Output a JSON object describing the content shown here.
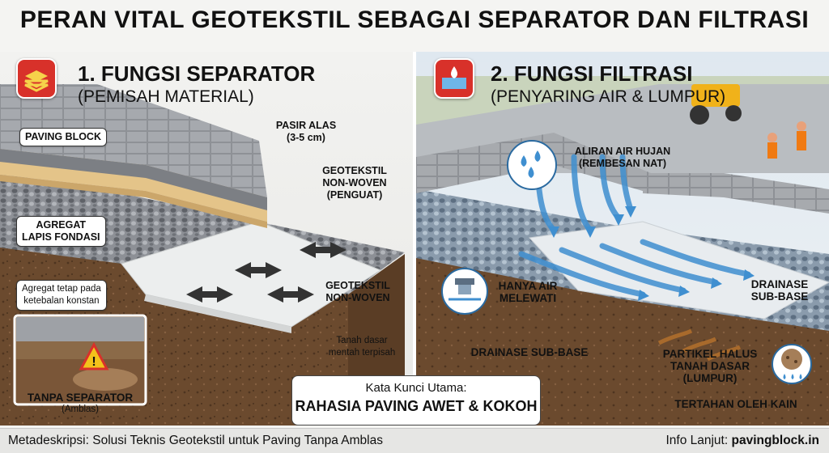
{
  "title": "PERAN VITAL GEOTEKSTIL SEBAGAI SEPARATOR DAN FILTRASI",
  "left": {
    "heading": "1. FUNGSI SEPARATOR",
    "subheading": "(PEMISAH MATERIAL)",
    "icon": "layers-icon",
    "labels": {
      "paving_block": "PAVING BLOCK",
      "pasir_alas": "PASIR ALAS",
      "pasir_alas_size": "(3-5 cm)",
      "geotekstil_top_1": "GEOTEKSTIL",
      "geotekstil_top_2": "NON-WOVEN",
      "geotekstil_top_3": "(PENGUAT)",
      "agregat_1": "AGREGAT",
      "agregat_2": "LAPIS FONDASI",
      "agregat_note_1": "Agregat tetap pada",
      "agregat_note_2": "ketebalan konstan",
      "geotekstil_mid_1": "GEOTEKSTIL",
      "geotekstil_mid_2": "NON-WOVEN",
      "tanah_1": "Tanah dasar",
      "tanah_2": "mentah terpisah",
      "tanpa_1": "TANPA SEPARATOR",
      "tanpa_2": "(Amblas)"
    }
  },
  "right": {
    "heading": "2.  FUNGSI FILTRASI",
    "subheading": "(PENYARING AIR & LUMPUR)",
    "icon": "water-drop-icon",
    "labels": {
      "aliran_1": "ALIRAN AIR HUJAN",
      "aliran_2": "(REMBESAN NAT)",
      "hanya_1": "HANYA AIR",
      "hanya_2": "MELEWATI",
      "drainase_right_1": "DRAINASE",
      "drainase_right_2": "SUB-BASE",
      "drainase_bottom": "DRAINASE SUB-BASE",
      "partikel_1": "PARTIKEL HALUS",
      "partikel_2": "TANAH DASAR",
      "partikel_3": "(LUMPUR)",
      "tertahan": "TERTAHAN OLEH KAIN"
    }
  },
  "keywords": {
    "label": "Kata Kunci Utama:",
    "value": "RAHASIA PAVING AWET & KOKOH"
  },
  "footer": {
    "meta": "Metadeskripsi: Solusi Teknis Geotekstil untuk Paving Tanpa Amblas",
    "info_label": "Info Lanjut:",
    "info_link": "pavingblock.in"
  },
  "colors": {
    "accent_red": "#d8312a",
    "water_blue": "#3f8fd0",
    "soil": "#6b4a2e",
    "sand": "#e4c489",
    "geotextile": "#eceeee"
  }
}
